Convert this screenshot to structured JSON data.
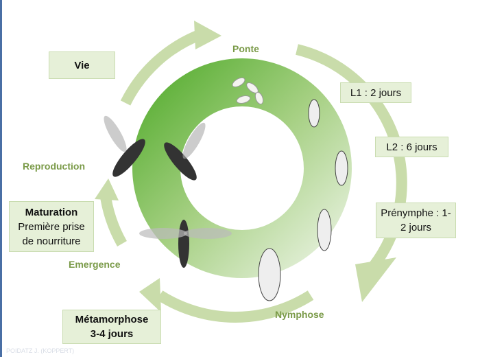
{
  "stages": {
    "ponte": "Ponte",
    "reproduction": "Reproduction",
    "emergence": "Emergence",
    "nymphose": "Nymphose"
  },
  "boxes": {
    "vie": "Vie",
    "l1": "L1 : 2 jours",
    "l2": "L2 : 6 jours",
    "prenymphe_1": "Prénymphe :  1-",
    "prenymphe_2": "2  jours",
    "maturation_title": "Maturation",
    "maturation_1": "Première prise",
    "maturation_2": "de nourriture",
    "metamorphose_title": "Métamorphose",
    "metamorphose_2": "3-4 jours"
  },
  "credit": "POIDATZ J. (KOPPERT)",
  "colors": {
    "ring_dark": "#5cb02e",
    "ring_light": "#eef5e8",
    "arrow": "#c9dcaa",
    "label": "#7a9a48"
  }
}
